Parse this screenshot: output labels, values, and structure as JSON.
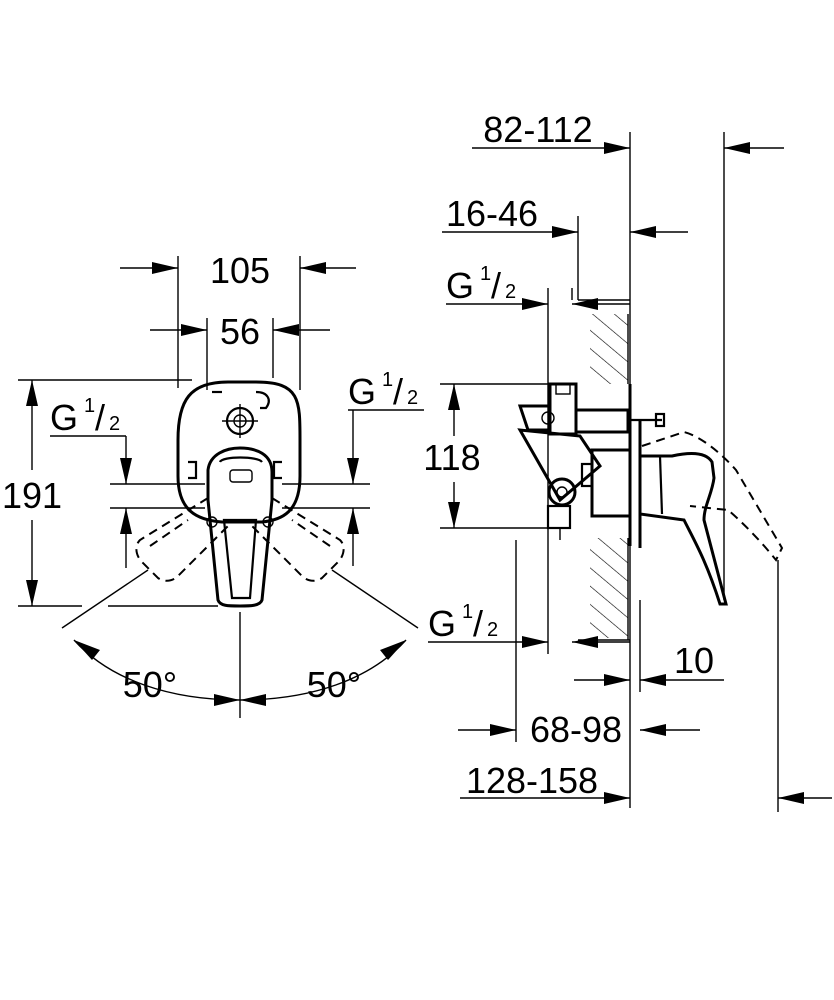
{
  "front_view": {
    "dim_width_outer": "105",
    "dim_width_inner": "56",
    "dim_height": "191",
    "thread_left": {
      "letter": "G",
      "num": "1",
      "den": "2"
    },
    "thread_right": {
      "letter": "G",
      "num": "1",
      "den": "2"
    },
    "angle_left": "50°",
    "angle_right": "50°"
  },
  "side_view": {
    "dim_top": "82-112",
    "dim_wall": "16-46",
    "thread_top": {
      "letter": "G",
      "num": "1",
      "den": "2"
    },
    "dim_height": "118",
    "thread_bottom": {
      "letter": "G",
      "num": "1",
      "den": "2"
    },
    "dim_plate": "10",
    "dim_body": "68-98",
    "dim_total": "128-158"
  }
}
